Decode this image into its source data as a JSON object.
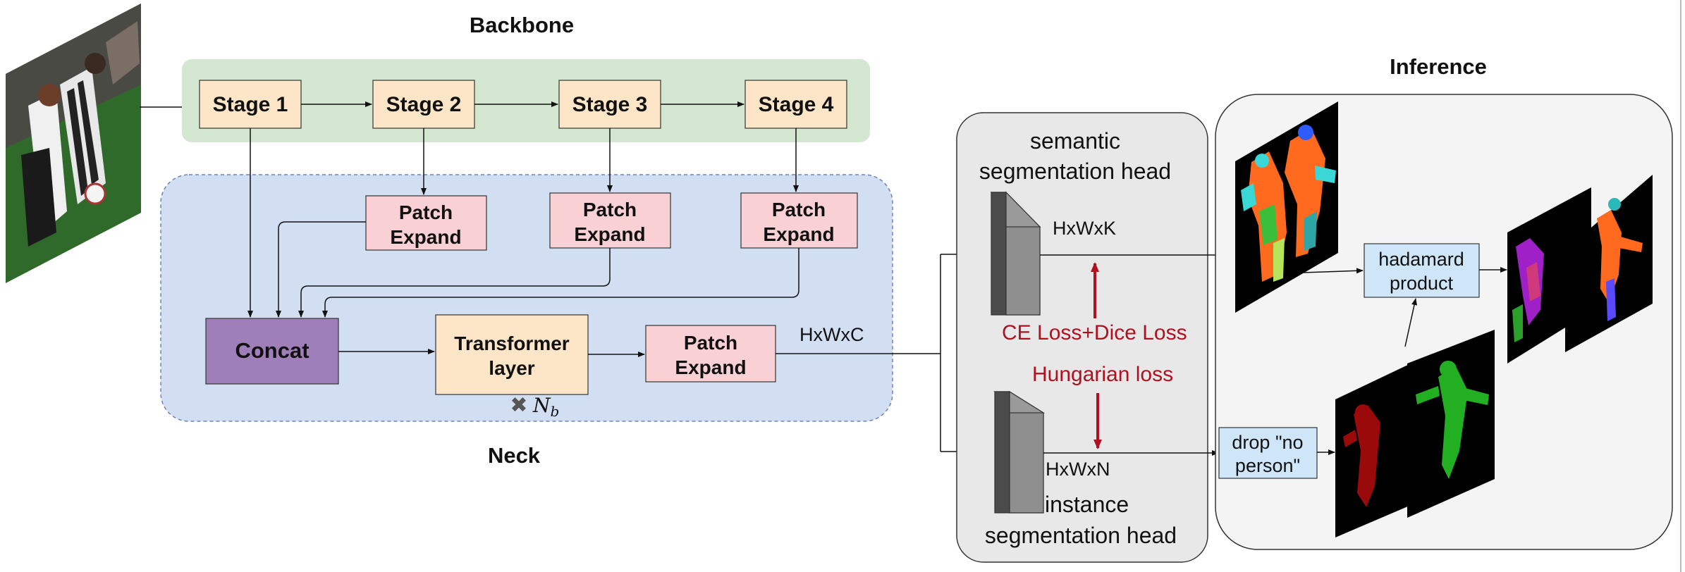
{
  "backbone": {
    "title": "Backbone",
    "stages": [
      "Stage 1",
      "Stage 2",
      "Stage 3",
      "Stage 4"
    ]
  },
  "neck": {
    "title": "Neck",
    "patch_expand_line1": "Patch",
    "patch_expand_line2": "Expand",
    "concat_label": "Concat",
    "transformer_line1": "Transformer",
    "transformer_line2": "layer",
    "repeat_symbol": "✖",
    "repeat_label": "N",
    "repeat_sub": "b",
    "output_dims": "HxWxC"
  },
  "heads": {
    "semantic_line1": "semantic",
    "semantic_line2": "segmentation head",
    "semantic_dims": "HxWxK",
    "instance_line1": "instance",
    "instance_line2": "segmentation head",
    "instance_dims": "HxWxN"
  },
  "losses": {
    "ce_dice": "CE Loss+Dice Loss",
    "hungarian": "Hungarian loss"
  },
  "inference": {
    "title": "Inference",
    "hadamard_line1": "hadamard",
    "hadamard_line2": "product",
    "drop_line1": "drop \"no",
    "drop_line2": "person\""
  },
  "colors": {
    "backbone_panel": "#d4e8d1",
    "neck_panel": "#d2dff2",
    "stage_box": "#fde5c8",
    "patch_box": "#f9d0d3",
    "concat_box": "#9f7fb9",
    "transformer_box": "#fde5c8",
    "head_panel": "#e8e8e8",
    "inference_panel": "#f4f4f4",
    "blue_box": "#cfe6f8",
    "loss_red": "#b01020"
  }
}
